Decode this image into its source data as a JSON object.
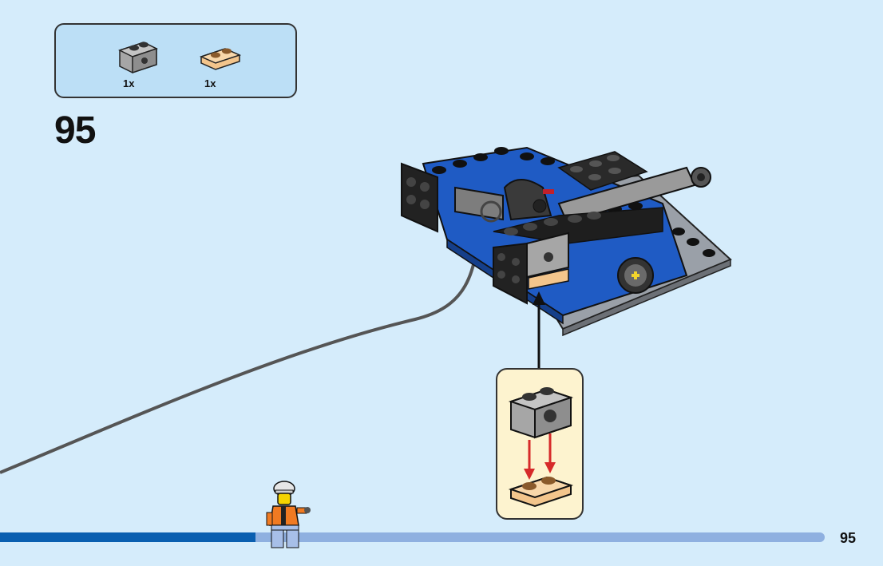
{
  "step": {
    "number": "95"
  },
  "parts_list": [
    {
      "name": "gray-technic-brick-1x2",
      "qty": "1x",
      "color": "#a6a6a6"
    },
    {
      "name": "tan-plate-1x2",
      "qty": "1x",
      "color": "#f3c58c"
    }
  ],
  "footer": {
    "page_number": "95",
    "progress": 0.31
  },
  "colors": {
    "background": "#d5ecfb",
    "parts_box": "#bcdff6",
    "callout": "#fdf3cf",
    "progress_fill": "#0a5fb0",
    "progress_track": "#8fb0e0",
    "model_blue": "#1f5bc4",
    "arrow_red": "#d62a2a"
  }
}
